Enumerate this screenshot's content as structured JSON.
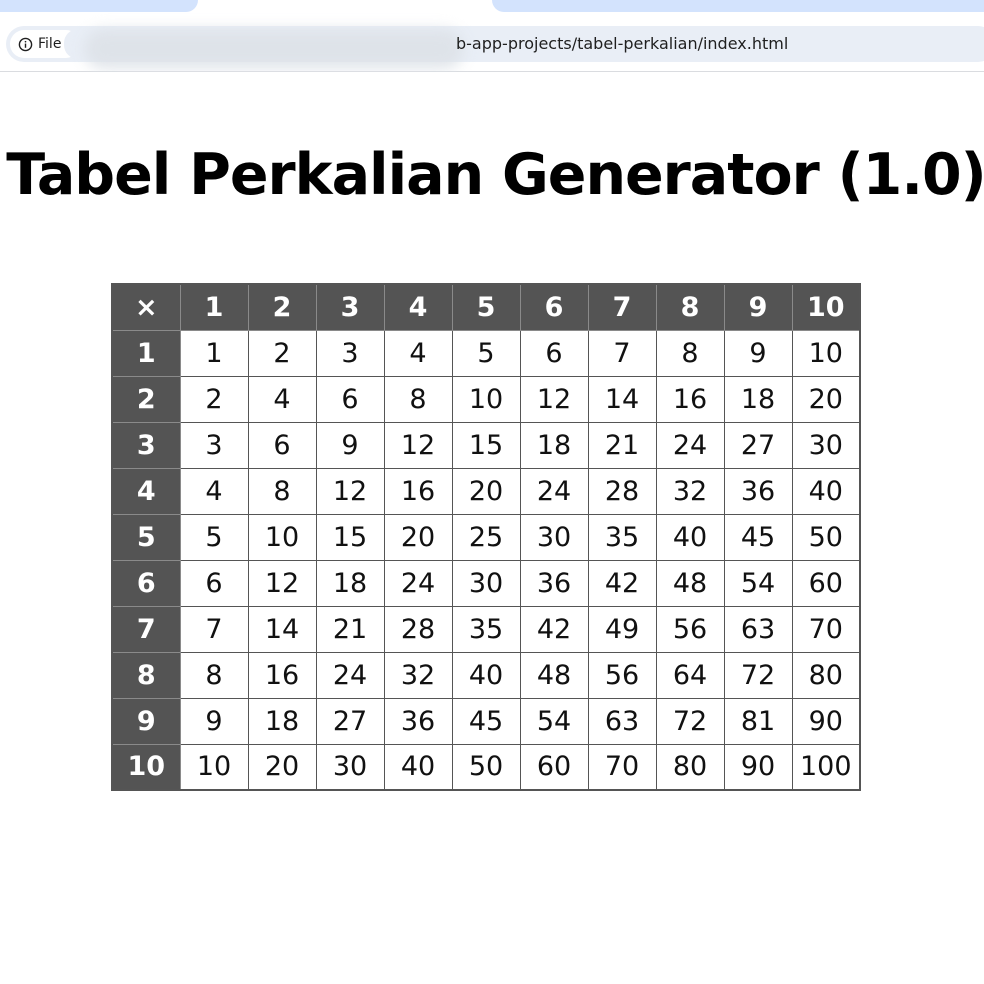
{
  "browser": {
    "site_label": "File",
    "url_tail": "b-app-projects/tabel-perkalian/index.html"
  },
  "page": {
    "title": "Tabel Perkalian Generator (1.0)"
  },
  "table": {
    "corner": "×",
    "columns": [
      "1",
      "2",
      "3",
      "4",
      "5",
      "6",
      "7",
      "8",
      "9",
      "10"
    ],
    "rows": [
      {
        "header": "1",
        "cells": [
          "1",
          "2",
          "3",
          "4",
          "5",
          "6",
          "7",
          "8",
          "9",
          "10"
        ]
      },
      {
        "header": "2",
        "cells": [
          "2",
          "4",
          "6",
          "8",
          "10",
          "12",
          "14",
          "16",
          "18",
          "20"
        ]
      },
      {
        "header": "3",
        "cells": [
          "3",
          "6",
          "9",
          "12",
          "15",
          "18",
          "21",
          "24",
          "27",
          "30"
        ]
      },
      {
        "header": "4",
        "cells": [
          "4",
          "8",
          "12",
          "16",
          "20",
          "24",
          "28",
          "32",
          "36",
          "40"
        ]
      },
      {
        "header": "5",
        "cells": [
          "5",
          "10",
          "15",
          "20",
          "25",
          "30",
          "35",
          "40",
          "45",
          "50"
        ]
      },
      {
        "header": "6",
        "cells": [
          "6",
          "12",
          "18",
          "24",
          "30",
          "36",
          "42",
          "48",
          "54",
          "60"
        ]
      },
      {
        "header": "7",
        "cells": [
          "7",
          "14",
          "21",
          "28",
          "35",
          "42",
          "49",
          "56",
          "63",
          "70"
        ]
      },
      {
        "header": "8",
        "cells": [
          "8",
          "16",
          "24",
          "32",
          "40",
          "48",
          "56",
          "64",
          "72",
          "80"
        ]
      },
      {
        "header": "9",
        "cells": [
          "9",
          "18",
          "27",
          "36",
          "45",
          "54",
          "63",
          "72",
          "81",
          "90"
        ]
      },
      {
        "header": "10",
        "cells": [
          "10",
          "20",
          "30",
          "40",
          "50",
          "60",
          "70",
          "80",
          "90",
          "100"
        ]
      }
    ]
  },
  "colors": {
    "header_bg": "#545454",
    "header_text": "#ffffff",
    "cell_bg": "#ffffff",
    "omnibox_bg": "#e9eef6",
    "tab_accent": "#d3e3fd"
  },
  "icons": {
    "site_info": "info-icon"
  }
}
